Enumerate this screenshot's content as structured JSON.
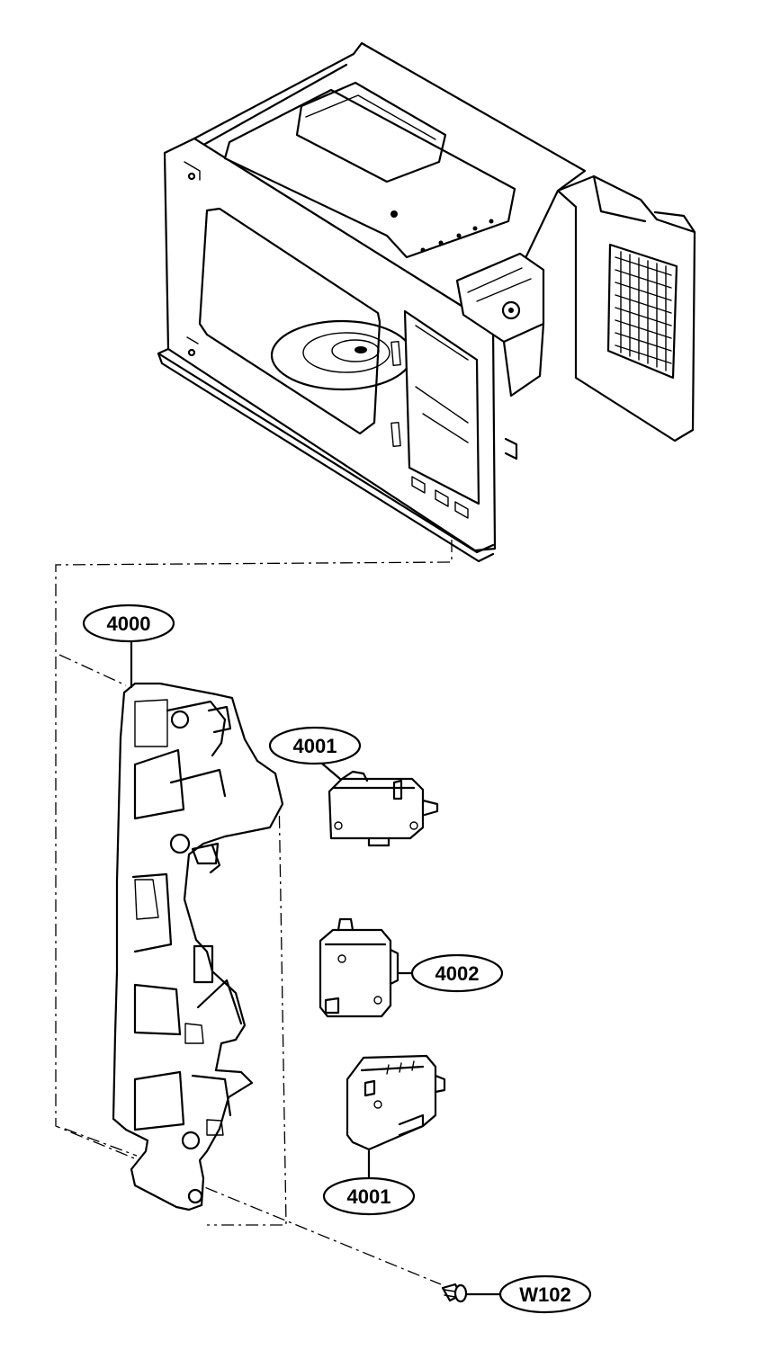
{
  "parts": [
    {
      "id": "door-latch-frame",
      "label": "4000"
    },
    {
      "id": "switch-upper",
      "label": "4001"
    },
    {
      "id": "switch-middle",
      "label": "4002"
    },
    {
      "id": "switch-lower",
      "label": "4001"
    },
    {
      "id": "screw",
      "label": "W102"
    }
  ]
}
